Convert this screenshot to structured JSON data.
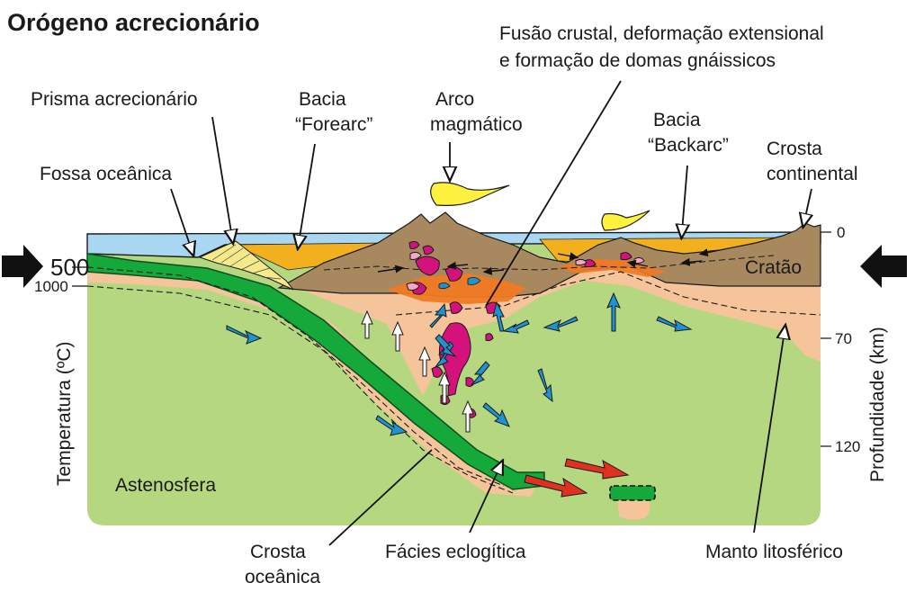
{
  "title": "Orógeno acrecionário",
  "labels": {
    "fusao": [
      "Fusão crustal, deformação extensional",
      "e formação de domas gnáissicos"
    ],
    "prisma": "Prisma acrecionário",
    "bacia_forearc": [
      "Bacia",
      "“Forearc”"
    ],
    "arco": [
      "Arco",
      "magmático"
    ],
    "bacia_backarc": [
      "Bacia",
      "“Backarc”"
    ],
    "crosta_continental": [
      "Crosta",
      "continental"
    ],
    "fossa": "Fossa oceânica",
    "cratao": "Cratão",
    "astenosfera": "Astenosfera",
    "crosta_oceanica": [
      "Crosta",
      "oceânica"
    ],
    "facies": "Fácies eclogítica",
    "manto": "Manto litosférico"
  },
  "temperature_axis": {
    "label": "Temperatura (ºC)",
    "ticks": [
      "500",
      "1000"
    ]
  },
  "depth_axis": {
    "label": "Profundidade (km)",
    "ticks": [
      "0",
      "70",
      "120"
    ]
  },
  "colors": {
    "asthenosphere": "#b4d77f",
    "ocean": "#a9d7f2",
    "oceanic_crust": "#15a83a",
    "lithospheric_mantle": "#f5c49a",
    "continental_crust": "#a8885f",
    "basin_sediment": "#f2b01e",
    "accretionary_prism": "#f6e98a",
    "magma": "#d4127c",
    "partial_melt": "#f07a22",
    "flow_arrow": "#1f93d2",
    "slab_arrow": "#e0301f",
    "volcanic_plume": "#fff23f"
  }
}
